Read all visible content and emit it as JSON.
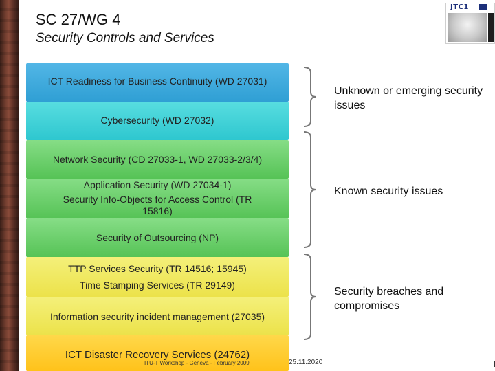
{
  "header": {
    "title": "SC 27/WG 4",
    "subtitle": "Security Controls and Services",
    "logo_text": "JTC1"
  },
  "bars": {
    "b1": "ICT Readiness for Business Continuity (WD 27031)",
    "b2": "Cybersecurity (WD 27032)",
    "b3": "Network Security (CD 27033-1, WD 27033-2/3/4)",
    "b4a": "Application Security (WD 27034-1)",
    "b4b": "Security Info-Objects for Access Control (TR 15816)",
    "b5": "Security of Outsourcing (NP)",
    "b6a": "TTP Services Security (TR 14516; 15945)",
    "b6b": "Time Stamping Services (TR 29149)",
    "b7": "Information security incident management (27035)",
    "b8": "ICT Disaster Recovery Services (24762)"
  },
  "groups": {
    "g1": "Unknown or emerging security issues",
    "g2": "Known security issues",
    "g3": "Security breaches and compromises"
  },
  "footer": {
    "text": "ITU-T Workshop - Geneva - February 2009",
    "date": "25.11.2020"
  }
}
